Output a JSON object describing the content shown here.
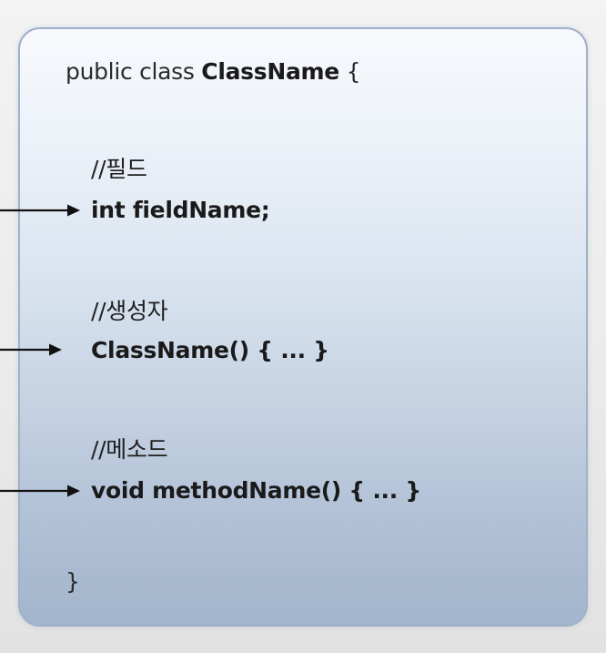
{
  "class_block": {
    "header": {
      "modifiers": "public class",
      "class_name": "ClassName",
      "open_brace": "{"
    },
    "field": {
      "comment": "//필드",
      "code": "int fieldName;"
    },
    "constructor": {
      "comment": "//생성자",
      "code": "ClassName() { ... }"
    },
    "method": {
      "comment": "//메소드",
      "code": "void methodName() { ... }"
    },
    "close_brace": "}"
  },
  "colors": {
    "card_border": "#9fb1c9",
    "card_top": "#f7f9fd",
    "card_bottom": "#a3b5cc",
    "text": "#1f1f1f",
    "arrow": "#111111"
  }
}
